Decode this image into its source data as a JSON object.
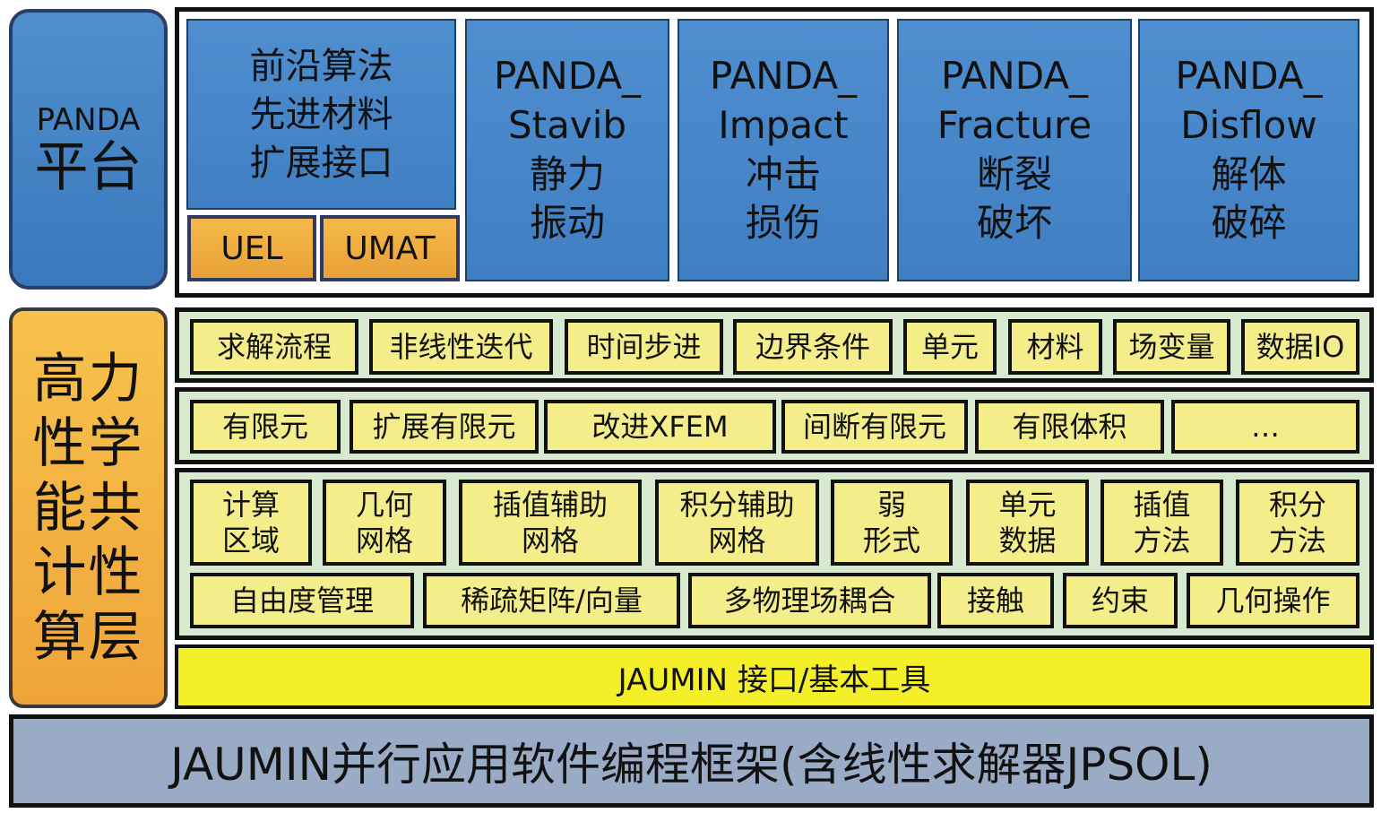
{
  "platform": {
    "line1": "PANDA",
    "line2": "平台"
  },
  "hpc_layer": {
    "lines": [
      "高力",
      "性学",
      "能共",
      "计性",
      "算层"
    ]
  },
  "frontier": {
    "lines": [
      "前沿算法",
      "先进材料",
      "扩展接口"
    ]
  },
  "tags": {
    "uel": "UEL",
    "umat": "UMAT"
  },
  "modules": [
    {
      "l1": "PANDA_",
      "l2": "Stavib",
      "l3": "静力",
      "l4": "振动"
    },
    {
      "l1": "PANDA_",
      "l2": "Impact",
      "l3": "冲击",
      "l4": "损伤"
    },
    {
      "l1": "PANDA_",
      "l2": "Fracture",
      "l3": "断裂",
      "l4": "破坏"
    },
    {
      "l1": "PANDA_",
      "l2": "Disflow",
      "l3": "解体",
      "l4": "破碎"
    }
  ],
  "row1": [
    "求解流程",
    "非线性迭代",
    "时间步进",
    "边界条件",
    "单元",
    "材料",
    "场变量",
    "数据IO"
  ],
  "row2": [
    "有限元",
    "扩展有限元",
    "改进XFEM",
    "间断有限元",
    "有限体积",
    "…"
  ],
  "row3": [
    {
      "l1": "计算",
      "l2": "区域"
    },
    {
      "l1": "几何",
      "l2": "网格"
    },
    {
      "l1": "插值辅助",
      "l2": "网格"
    },
    {
      "l1": "积分辅助",
      "l2": "网格"
    },
    {
      "l1": "弱",
      "l2": "形式"
    },
    {
      "l1": "单元",
      "l2": "数据"
    },
    {
      "l1": "插值",
      "l2": "方法"
    },
    {
      "l1": "积分",
      "l2": "方法"
    }
  ],
  "row4": [
    "自由度管理",
    "稀疏矩阵/向量",
    "多物理场耦合",
    "接触",
    "约束",
    "几何操作"
  ],
  "jaumin_tools": "JAUMIN 接口/基本工具",
  "framework": "JAUMIN并行应用软件编程框架(含线性求解器JPSOL)"
}
